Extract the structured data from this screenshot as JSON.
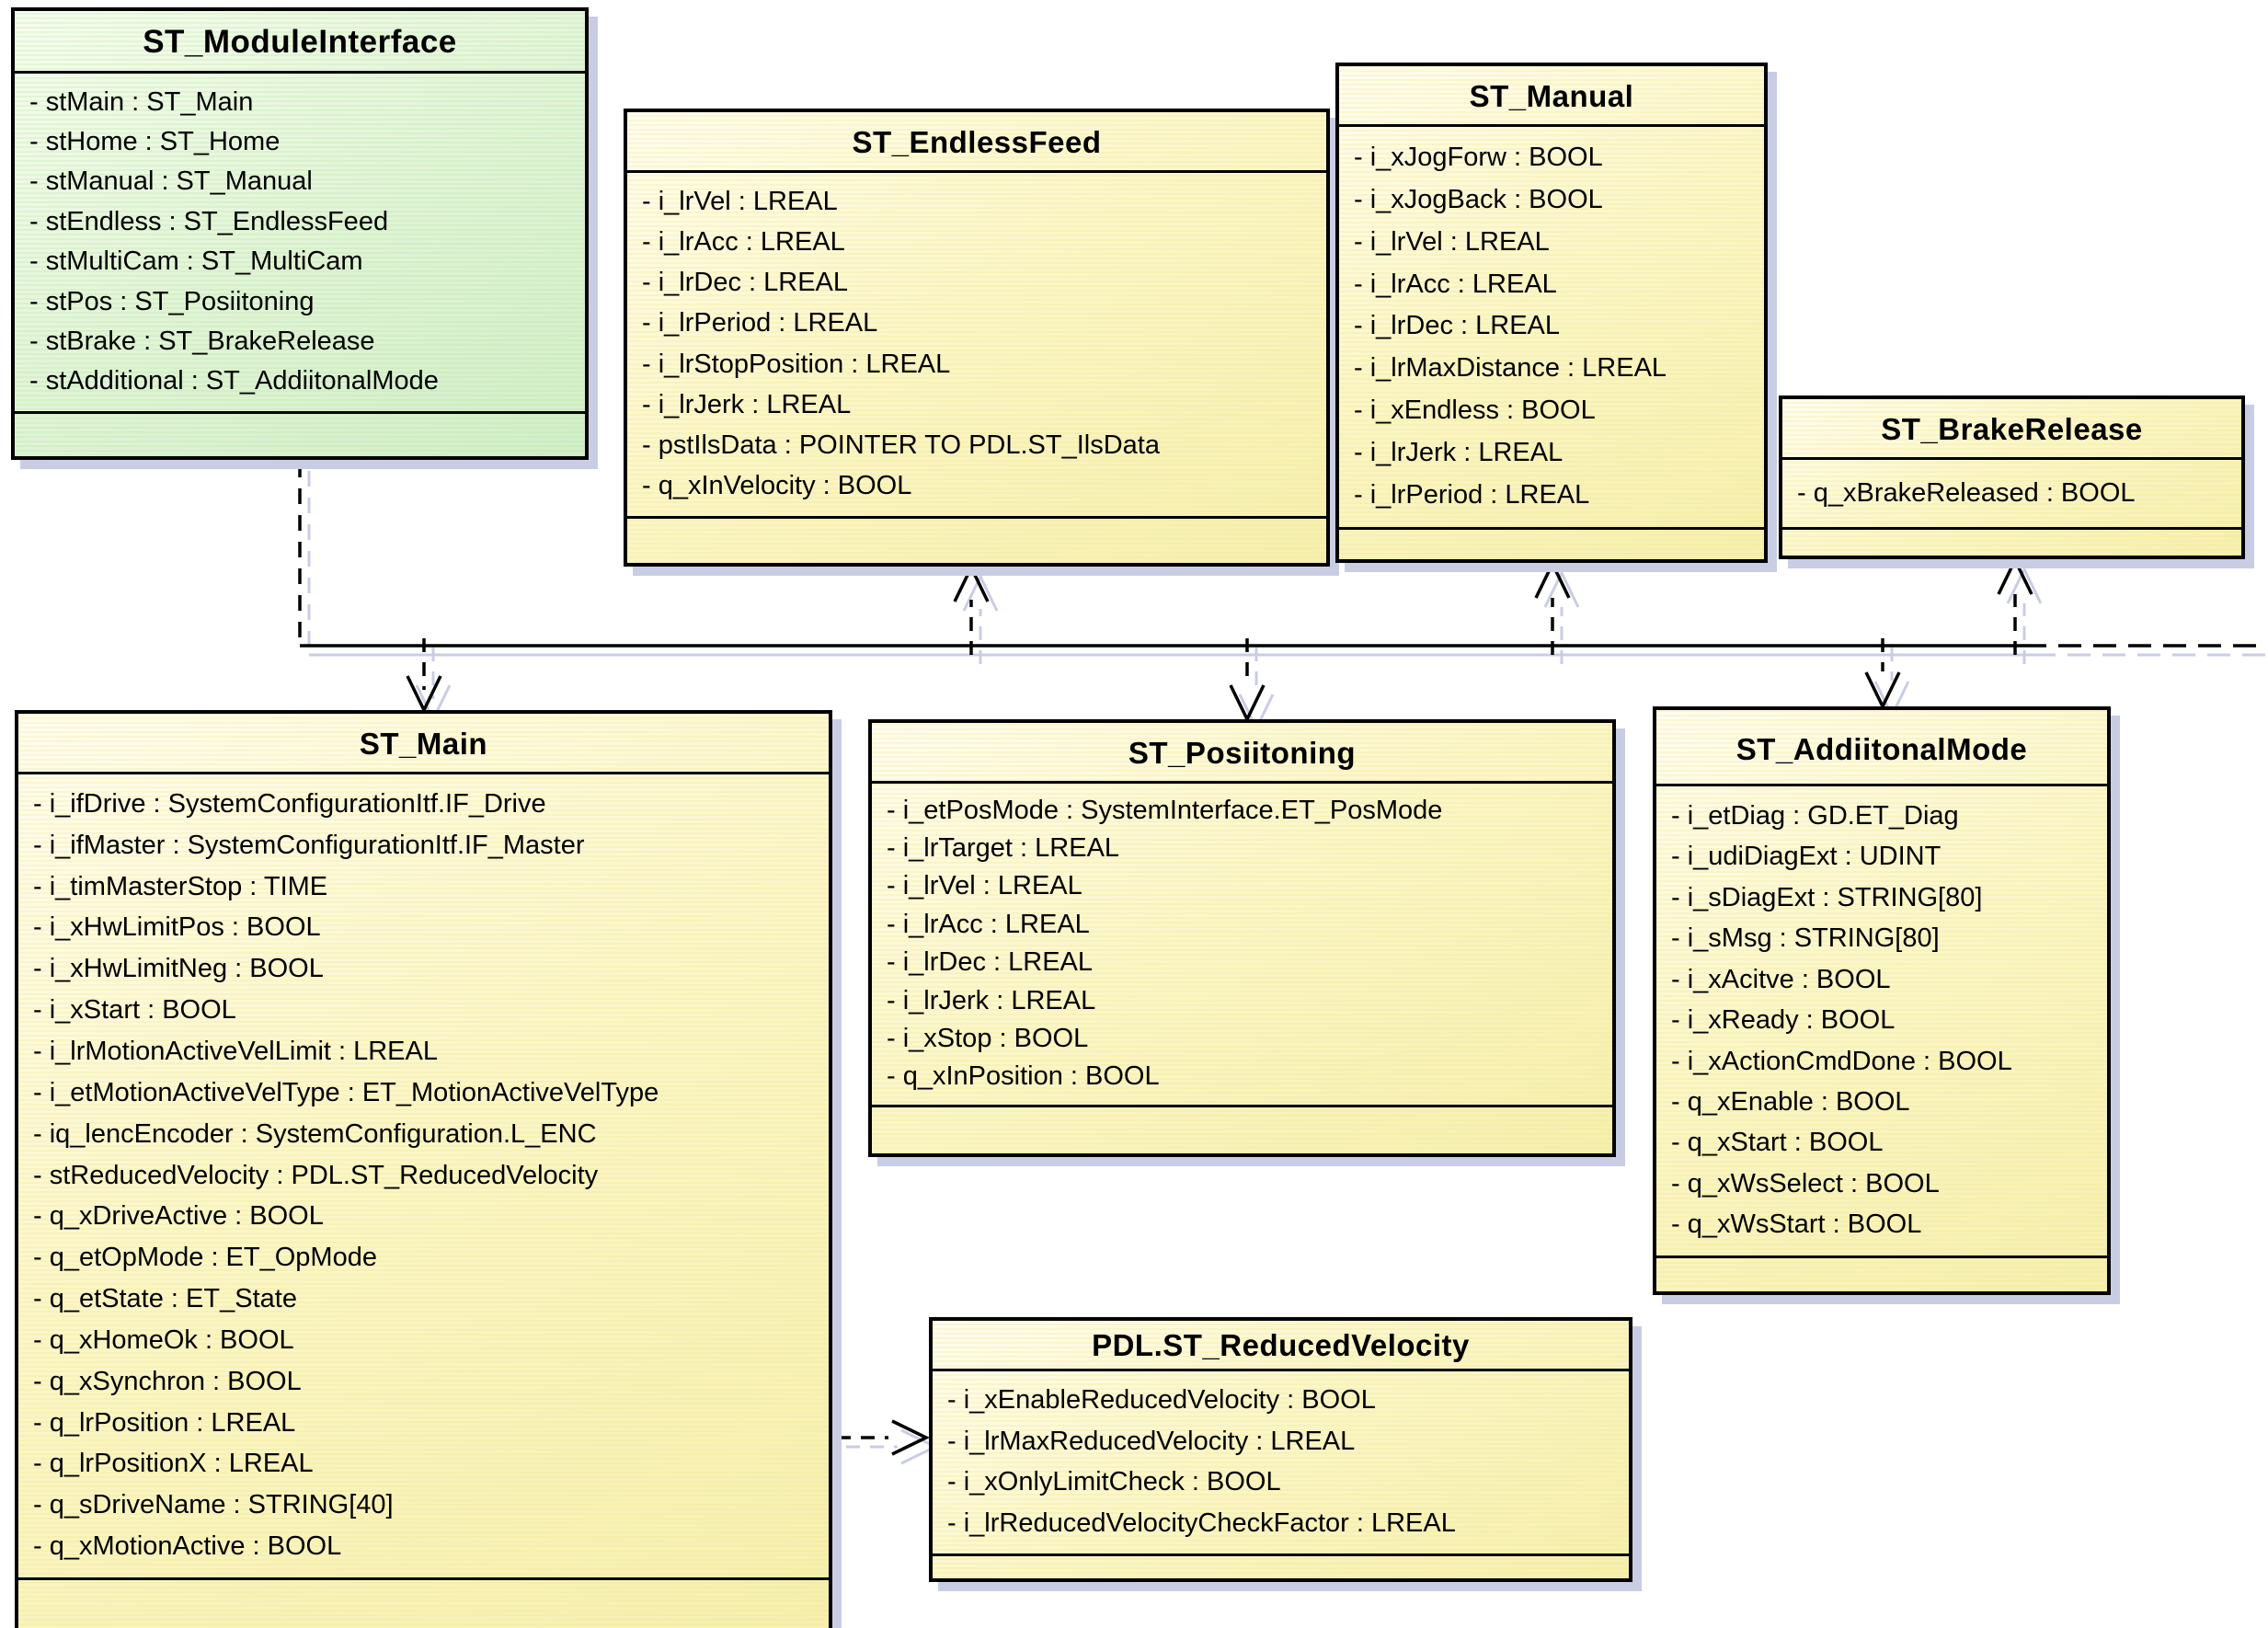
{
  "diagram": {
    "kind": "uml-class-diagram",
    "colors": {
      "class_fill_yellow": "#fbf6c8",
      "class_fill_green": "#e2f4d7",
      "border": "#000000",
      "drop_shadow": "#c9cde4",
      "background": "#ffffff",
      "connector": "#000000"
    }
  },
  "classes": [
    {
      "name": "ST_ModuleInterface",
      "attributes": [
        "- stMain : ST_Main",
        "- stHome : ST_Home",
        "- stManual : ST_Manual",
        "- stEndless : ST_EndlessFeed",
        "- stMultiCam : ST_MultiCam",
        "- stPos : ST_Posiitoning",
        "- stBrake : ST_BrakeRelease",
        "- stAdditional : ST_AddiitonalMode"
      ]
    },
    {
      "name": "ST_EndlessFeed",
      "attributes": [
        "- i_lrVel : LREAL",
        "- i_lrAcc : LREAL",
        "- i_lrDec : LREAL",
        "- i_lrPeriod : LREAL",
        "- i_lrStopPosition : LREAL",
        "- i_lrJerk : LREAL",
        "- pstIlsData : POINTER TO PDL.ST_IlsData",
        "- q_xInVelocity : BOOL"
      ]
    },
    {
      "name": "ST_Manual",
      "attributes": [
        "- i_xJogForw : BOOL",
        "- i_xJogBack : BOOL",
        "- i_lrVel : LREAL",
        "- i_lrAcc : LREAL",
        "- i_lrDec : LREAL",
        "- i_lrMaxDistance : LREAL",
        "- i_xEndless : BOOL",
        "- i_lrJerk : LREAL",
        "- i_lrPeriod : LREAL"
      ]
    },
    {
      "name": "ST_BrakeRelease",
      "attributes": [
        "- q_xBrakeReleased : BOOL"
      ]
    },
    {
      "name": "ST_Main",
      "attributes": [
        "- i_ifDrive : SystemConfigurationItf.IF_Drive",
        "- i_ifMaster : SystemConfigurationItf.IF_Master",
        "- i_timMasterStop : TIME",
        "- i_xHwLimitPos : BOOL",
        "- i_xHwLimitNeg : BOOL",
        "- i_xStart : BOOL",
        "- i_lrMotionActiveVelLimit : LREAL",
        "- i_etMotionActiveVelType : ET_MotionActiveVelType",
        "- iq_lencEncoder : SystemConfiguration.L_ENC",
        "- stReducedVelocity : PDL.ST_ReducedVelocity",
        "- q_xDriveActive : BOOL",
        "- q_etOpMode : ET_OpMode",
        "- q_etState : ET_State",
        "- q_xHomeOk : BOOL",
        "- q_xSynchron : BOOL",
        "- q_lrPosition : LREAL",
        "- q_lrPositionX : LREAL",
        "- q_sDriveName : STRING[40]",
        "- q_xMotionActive : BOOL"
      ]
    },
    {
      "name": "ST_Posiitoning",
      "attributes": [
        "- i_etPosMode : SystemInterface.ET_PosMode",
        "- i_lrTarget : LREAL",
        "- i_lrVel : LREAL",
        "- i_lrAcc : LREAL",
        "- i_lrDec : LREAL",
        "- i_lrJerk : LREAL",
        "- i_xStop : BOOL",
        "- q_xInPosition : BOOL"
      ]
    },
    {
      "name": "ST_AddiitonalMode",
      "attributes": [
        "- i_etDiag : GD.ET_Diag",
        "- i_udiDiagExt : UDINT",
        "- i_sDiagExt : STRING[80]",
        "- i_sMsg : STRING[80]",
        "- i_xAcitve : BOOL",
        "- i_xReady : BOOL",
        "- i_xActionCmdDone : BOOL",
        "- q_xEnable : BOOL",
        "- q_xStart : BOOL",
        "- q_xWsSelect : BOOL",
        "- q_xWsStart : BOOL"
      ]
    },
    {
      "name": "PDL.ST_ReducedVelocity",
      "attributes": [
        "- i_xEnableReducedVelocity : BOOL",
        "- i_lrMaxReducedVelocity : LREAL",
        "- i_xOnlyLimitCheck : BOOL",
        "- i_lrReducedVelocityCheckFactor : LREAL"
      ]
    }
  ],
  "relations": [
    {
      "from": "ST_ModuleInterface",
      "to": "ST_EndlessFeed",
      "style": "dashed-open-arrow"
    },
    {
      "from": "ST_ModuleInterface",
      "to": "ST_Manual",
      "style": "dashed-open-arrow"
    },
    {
      "from": "ST_ModuleInterface",
      "to": "ST_BrakeRelease",
      "style": "dashed-open-arrow"
    },
    {
      "from": "ST_ModuleInterface",
      "to": "ST_Main",
      "style": "dashed-open-arrow"
    },
    {
      "from": "ST_ModuleInterface",
      "to": "ST_Posiitoning",
      "style": "dashed-open-arrow"
    },
    {
      "from": "ST_ModuleInterface",
      "to": "ST_AddiitonalMode",
      "style": "dashed-open-arrow"
    },
    {
      "from": "ST_Main",
      "to": "PDL.ST_ReducedVelocity",
      "style": "dashed-open-arrow"
    }
  ]
}
